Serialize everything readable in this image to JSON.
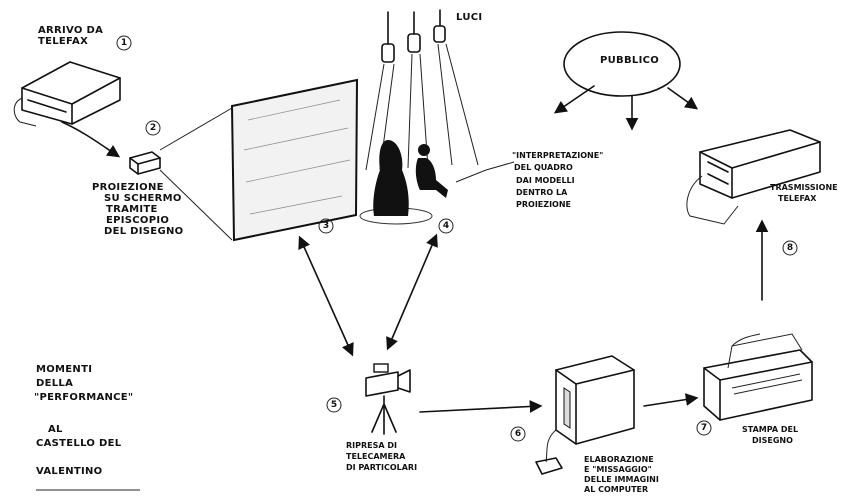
{
  "labels": {
    "fax_arrival": [
      "ARRIVO DA",
      "TELEFAX"
    ],
    "projection": [
      "PROIEZIONE",
      "SU SCHERMO",
      "TRAMITE",
      "EPISCOPIO",
      "DEL DISEGNO"
    ],
    "audience": "PUBBLICO",
    "interpretation": [
      "\"INTERPRETAZIONE\"",
      "DEL QUADRO",
      "DAI MODELLI",
      "DENTRO LA",
      "PROIEZIONE"
    ],
    "fax_transmission": [
      "TRASMISSIONE",
      "TELEFAX"
    ],
    "video_shot": [
      "RIPRESA DI",
      "TELECAMERA",
      "DI PARTICOLARI"
    ],
    "processing": [
      "ELABORAZIONE",
      "E \"MISSAGGIO\"",
      "DELLE IMMAGINI",
      "AL COMPUTER"
    ],
    "print": [
      "STAMPA DEL",
      "DISEGNO"
    ],
    "moments_title": [
      "MOMENTI",
      "DELLA",
      "\"PERFORMANCE\"",
      "AL",
      "CASTELLO DEL",
      "VALENTINO"
    ],
    "lights": "LUCI"
  },
  "steps": [
    "1",
    "2",
    "3",
    "4",
    "5",
    "6",
    "7",
    "8"
  ]
}
